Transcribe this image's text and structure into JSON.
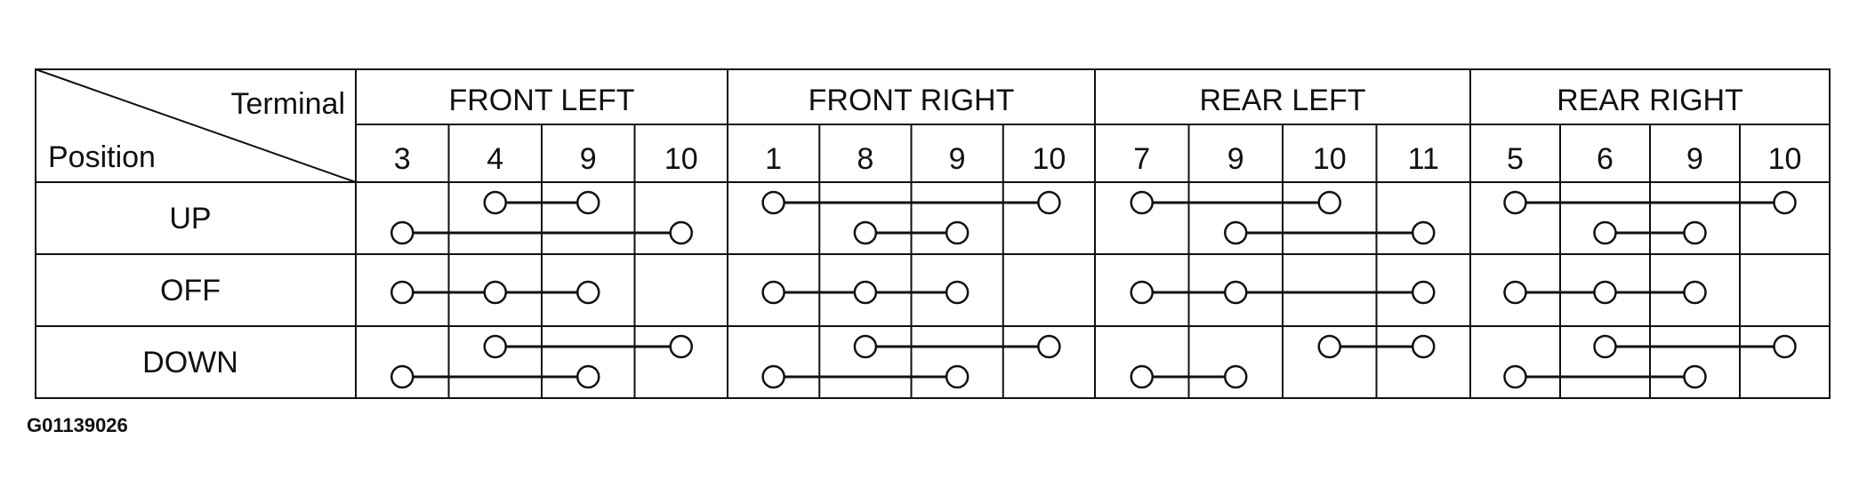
{
  "header": {
    "terminal_label": "Terminal",
    "position_label": "Position"
  },
  "groups": [
    {
      "name": "FRONT LEFT",
      "terminals": [
        "3",
        "4",
        "9",
        "10"
      ]
    },
    {
      "name": "FRONT RIGHT",
      "terminals": [
        "1",
        "8",
        "9",
        "10"
      ]
    },
    {
      "name": "REAR LEFT",
      "terminals": [
        "7",
        "9",
        "10",
        "11"
      ]
    },
    {
      "name": "REAR RIGHT",
      "terminals": [
        "5",
        "6",
        "9",
        "10"
      ]
    }
  ],
  "positions": [
    "UP",
    "OFF",
    "DOWN"
  ],
  "continuity": {
    "UP": [
      {
        "group": 0,
        "top": [
          1,
          2
        ],
        "bottom": [
          0,
          3
        ]
      },
      {
        "group": 1,
        "top": [
          0,
          3
        ],
        "bottom": [
          1,
          2
        ]
      },
      {
        "group": 2,
        "top": [
          0,
          2
        ],
        "bottom": [
          1,
          3
        ]
      },
      {
        "group": 3,
        "top": [
          0,
          3
        ],
        "bottom": [
          1,
          2
        ]
      }
    ],
    "OFF": [
      {
        "group": 0,
        "mid": [
          0,
          1,
          2
        ]
      },
      {
        "group": 1,
        "mid": [
          0,
          1,
          2
        ]
      },
      {
        "group": 2,
        "mid": [
          0,
          1,
          3
        ]
      },
      {
        "group": 3,
        "mid": [
          0,
          1,
          2
        ]
      }
    ],
    "DOWN": [
      {
        "group": 0,
        "top": [
          1,
          3
        ],
        "bottom": [
          0,
          2
        ]
      },
      {
        "group": 1,
        "top": [
          1,
          3
        ],
        "bottom": [
          0,
          2
        ]
      },
      {
        "group": 2,
        "top": [
          2,
          3
        ],
        "bottom": [
          0,
          1
        ]
      },
      {
        "group": 3,
        "top": [
          1,
          3
        ],
        "bottom": [
          0,
          2
        ]
      }
    ]
  },
  "figure_id": "G01139026"
}
